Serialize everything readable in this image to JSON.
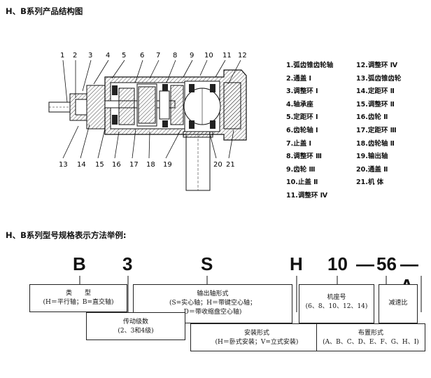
{
  "section1_title": "H、B系列产品结构图",
  "section2_title": "H、B系列型号规格表示方法举例:",
  "callouts_top": [
    "1",
    "2",
    "3",
    "4",
    "5",
    "6",
    "7",
    "8",
    "9",
    "10",
    "11",
    "12"
  ],
  "callouts_bottom": [
    "13",
    "14",
    "15",
    "16",
    "17",
    "18",
    "19",
    "20",
    "21"
  ],
  "parts_left": [
    "1.弧齿锥齿轮轴",
    "2.通盖 Ⅰ",
    "3.调整环 Ⅰ",
    "4.轴承座",
    "5.定距环 Ⅰ",
    "6.齿轮轴 Ⅰ",
    "7.止盖 Ⅰ",
    "8.调整环 Ⅲ",
    "9.齿轮 Ⅲ",
    "10.止盖 Ⅱ",
    "11.调整环 Ⅳ"
  ],
  "parts_right": [
    "12.调整环 Ⅳ",
    "13.弧齿锥齿轮",
    "14.定距环 Ⅱ",
    "15.调整环 Ⅱ",
    "16.齿轮 Ⅱ",
    "17.定距环 Ⅲ",
    "18.齿轮轴 Ⅱ",
    "19.输出轴",
    "20.通盖 Ⅱ",
    "21.机 体"
  ],
  "code": {
    "c1": "B",
    "c2": "3",
    "c3": "S",
    "c4": "H",
    "c5": "10",
    "dash": "—",
    "c6": "56",
    "c7": "—A"
  },
  "boxes": {
    "type": {
      "title": "类　　型",
      "detail": "(H＝平行轴；B=直交轴)"
    },
    "shaft": {
      "title": "输出轴形式",
      "detail1": "(S=实心轴；H＝带键空心轴；",
      "detail2": "D＝带收缩盘空心轴)"
    },
    "frame": {
      "title": "机座号",
      "detail": "(6、8、10、12、14)"
    },
    "ratio": {
      "title": "减速比"
    },
    "stage": {
      "title": "传动级数",
      "detail": "(2、3和4级)"
    },
    "mount": {
      "title": "安装形式",
      "detail": "(H＝卧式安装；V=立式安装)"
    },
    "layout": {
      "title": "布置形式",
      "detail": "(A、B、C、D、E、F、G、H、I)"
    }
  }
}
